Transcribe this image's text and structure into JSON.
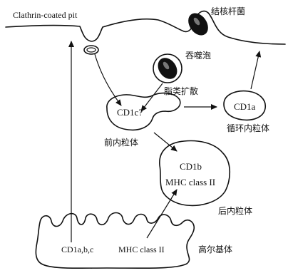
{
  "labels": {
    "clathrin_pit": "Clathrin-coated pit",
    "mycobacterium": "结核杆菌",
    "phagosome": "吞噬泡",
    "lipid_diffusion": "脂类扩散",
    "cd1c": "CD1c?",
    "early_endosome": "前内粒体",
    "cd1a": "CD1a",
    "recycling_endosome": "循环内粒体",
    "cd1b": "CD1b",
    "mhc_late": "MHC class II",
    "late_endosome": "后内粒体",
    "golgi_cd1": "CD1a,b,c",
    "golgi_mhc": "MHC class II",
    "golgi": "高尔基体"
  }
}
